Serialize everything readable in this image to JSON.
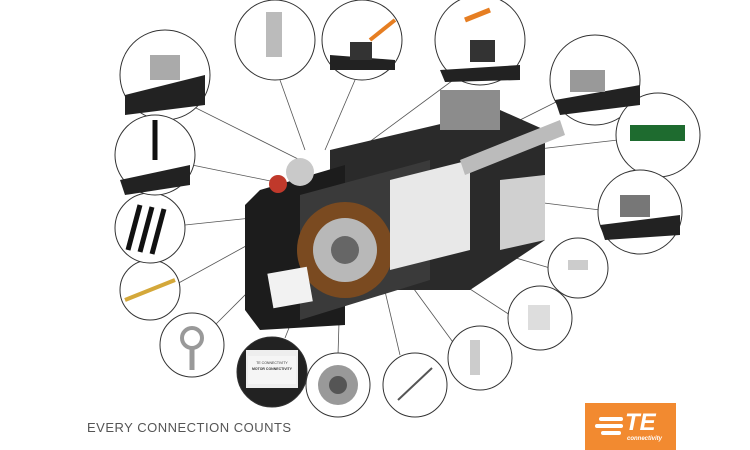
{
  "tagline": "EVERY CONNECTION COUNTS",
  "logo": {
    "mark": "TE",
    "subtitle": "connectivity",
    "color": "#f28a30"
  },
  "label_plate": {
    "line1": "TE CONNECTIVITY",
    "line2": "MOTOR CONNECTIVITY"
  }
}
